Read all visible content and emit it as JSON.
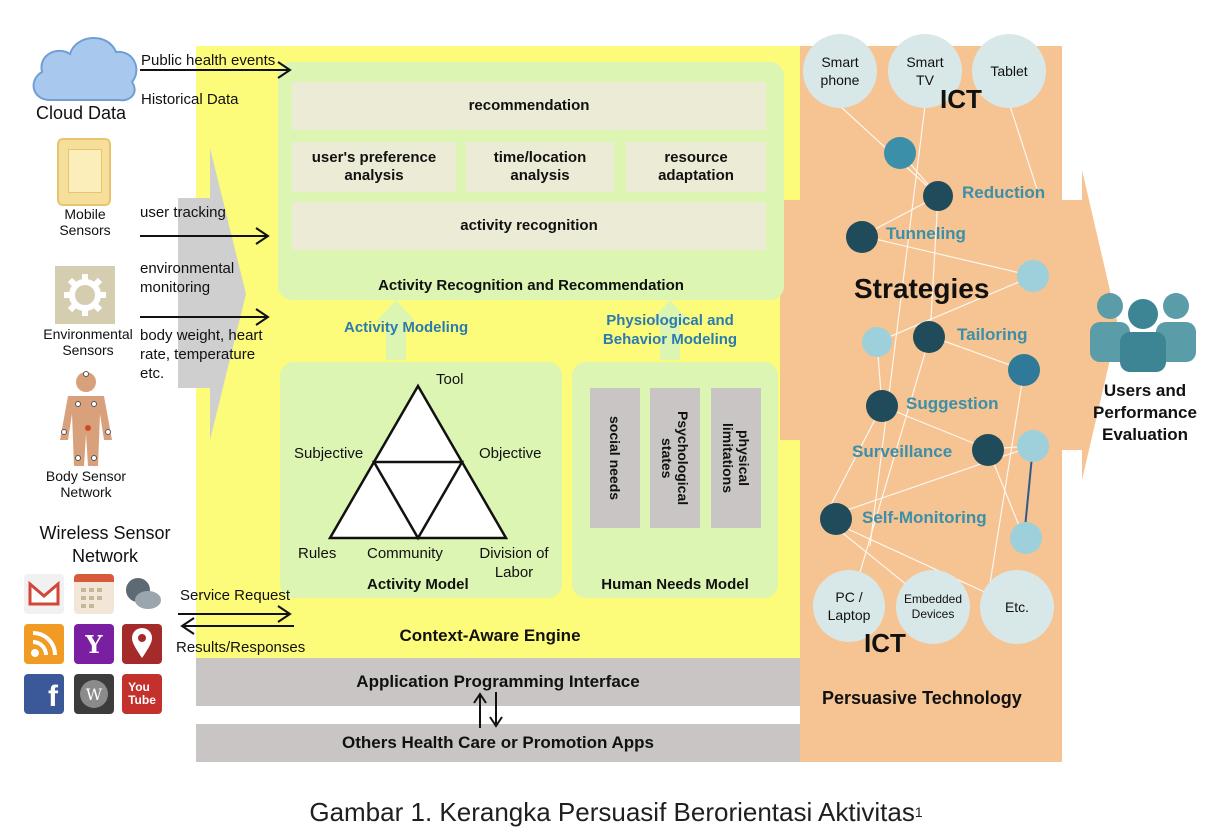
{
  "left": {
    "cloud_label": "Cloud Data",
    "public_health": "Public health events",
    "historical": "Historical Data",
    "mobile_label": "Mobile Sensors",
    "user_tracking": "user tracking",
    "env_monitoring": "environmental monitoring",
    "env_label": "Environmental Sensors",
    "body_vitals": "body weight, heart rate, temperature etc.",
    "body_label": "Body Sensor Network",
    "wsn_label": "Wireless Sensor Network",
    "service_request": "Service Request",
    "results": "Results/Responses"
  },
  "engine": {
    "recommendation": "recommendation",
    "pref_analysis": "user's preference analysis",
    "time_location": "time/location analysis",
    "resource": "resource adaptation",
    "activity_recognition": "activity recognition",
    "arr_title": "Activity Recognition and Recommendation",
    "activity_modeling": "Activity Modeling",
    "phys_modeling": "Physiological and Behavior Modeling",
    "tri_tool": "Tool",
    "tri_subjective": "Subjective",
    "tri_objective": "Objective",
    "tri_rules": "Rules",
    "tri_community": "Community",
    "tri_division": "Division of Labor",
    "activity_model": "Activity Model",
    "social_needs": "social needs",
    "psych_states": "Psychological states",
    "phys_limits": "physical limitations",
    "human_needs": "Human Needs Model",
    "context_engine": "Context-Aware Engine",
    "api": "Application Programming Interface",
    "other_apps": "Others Health Care or Promotion Apps"
  },
  "persuasive": {
    "smartphone": "Smart phone",
    "smart_tv": "Smart TV",
    "tablet": "Tablet",
    "ict_top": "ICT",
    "reduction": "Reduction",
    "tunneling": "Tunneling",
    "strategies": "Strategies",
    "tailoring": "Tailoring",
    "suggestion": "Suggestion",
    "surveillance": "Surveillance",
    "self_monitoring": "Self-Monitoring",
    "pc_laptop": "PC / Laptop",
    "embedded": "Embedded Devices",
    "etc": "Etc.",
    "ict_bottom": "ICT",
    "title": "Persuasive Technology"
  },
  "users_eval": "Users and Performance Evaluation",
  "caption": "Gambar 1. Kerangka Persuasif Berorientasi Aktivitas",
  "caption_sup": "1",
  "colors": {
    "yellow": "#fdfb7a",
    "green_panel": "#dcf5b3",
    "orange": "#f6c392",
    "dark_teal": "#1f4b5a",
    "mid_teal": "#3c8fa8",
    "light_teal": "#9dd0da",
    "grey": "#c8c5c4"
  }
}
